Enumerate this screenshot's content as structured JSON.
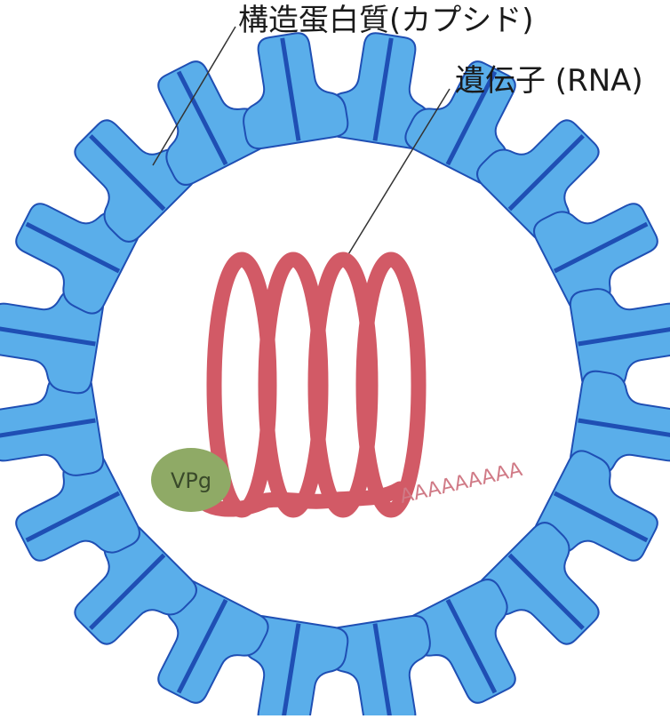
{
  "labels": {
    "capsid": "構造蛋白質(カプシド)",
    "rna": "遺伝子 (RNA)",
    "vpg": "VPg",
    "poly_a": "AAAAAAAAA"
  },
  "colors": {
    "capsid_fill": "#5aaeea",
    "capsid_stroke": "#1f4fb4",
    "rna": "#d25a66",
    "poly_a": "#d07a86",
    "vpg_fill": "#8faa66",
    "vpg_text": "#3a4a2a"
  }
}
